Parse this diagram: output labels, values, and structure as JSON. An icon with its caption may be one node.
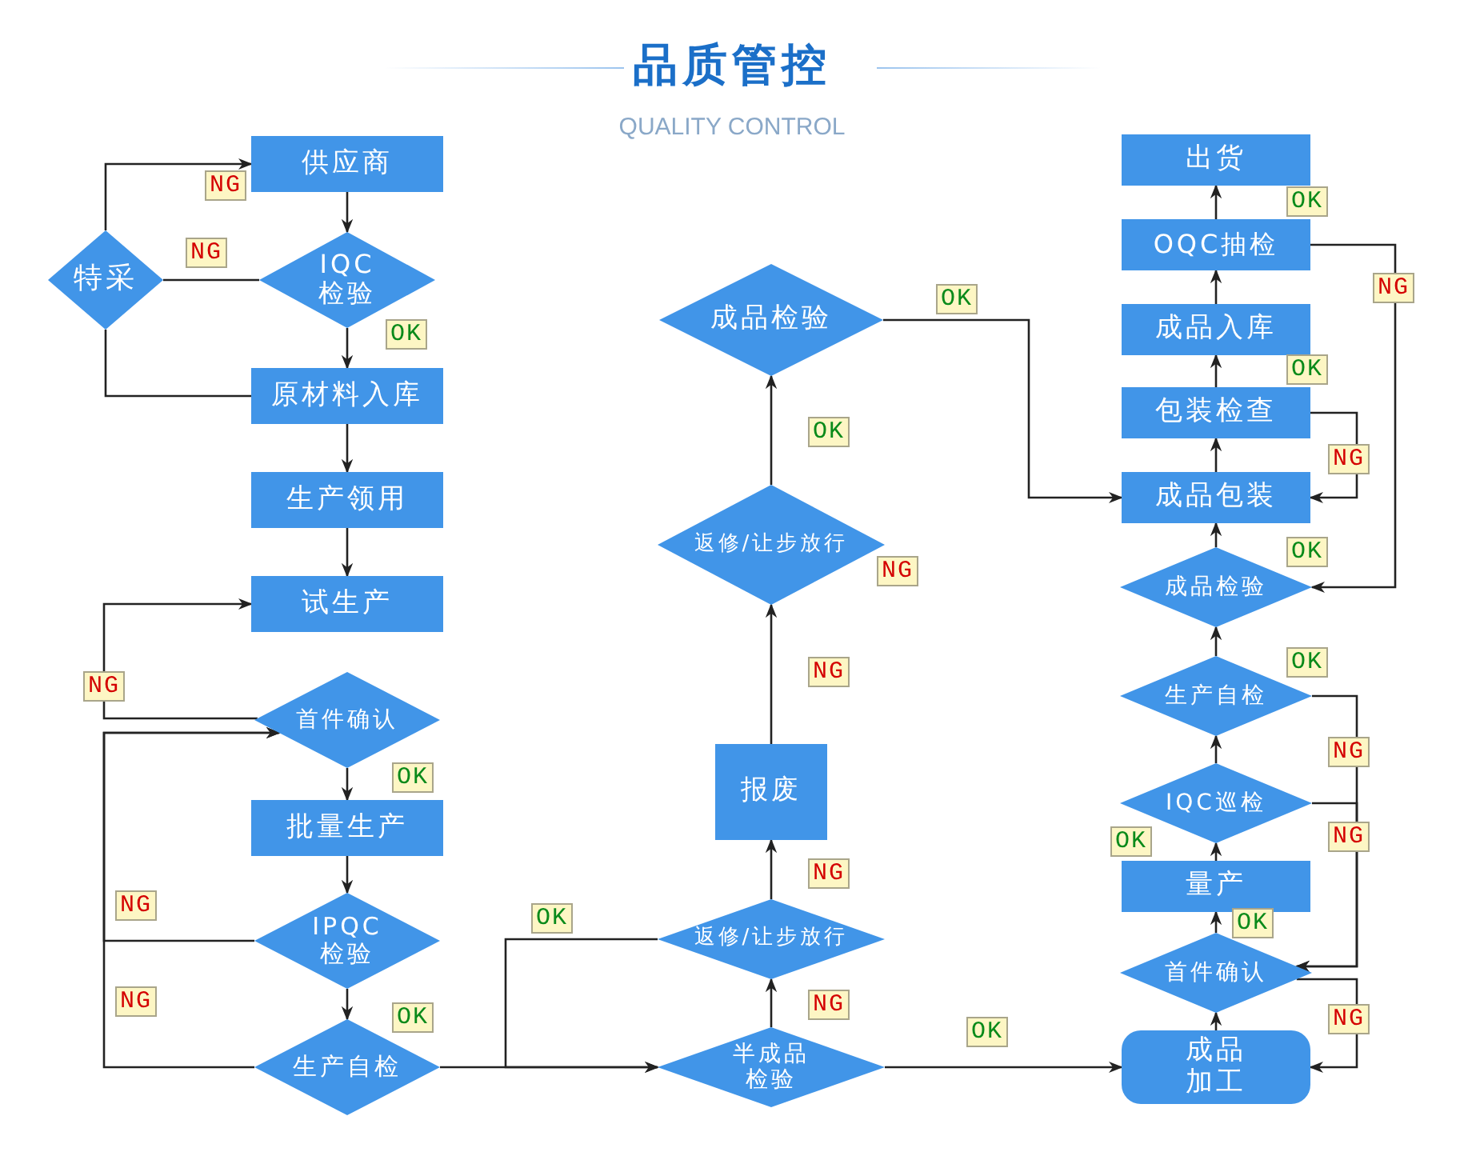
{
  "diagram": {
    "title": "品质管控",
    "caption": "QUALITY CONTROL",
    "nodes": [
      {
        "text": [
          "供应商"
        ]
      },
      {
        "text": [
          "IQC检验"
        ]
      },
      {
        "text": [
          "特采"
        ]
      },
      {
        "text": [
          "原材料入库"
        ]
      },
      {
        "text": [
          "生产领用"
        ]
      },
      {
        "text": [
          "试生产"
        ]
      },
      {
        "text": [
          "首件确认"
        ]
      },
      {
        "text": [
          "批量生产"
        ]
      },
      {
        "text": [
          "IPQC检验"
        ]
      },
      {
        "text": [
          "生产自检"
        ]
      },
      {
        "text": [
          "半成品检验"
        ]
      },
      {
        "text": [
          "返修/让步放行"
        ]
      },
      {
        "text": [
          "报废"
        ]
      },
      {
        "text": [
          "返修/让步放行"
        ]
      },
      {
        "text": [
          "成品检验"
        ]
      },
      {
        "text": [
          "出货"
        ]
      },
      {
        "text": [
          "OQC抽检"
        ]
      },
      {
        "text": [
          "成品入库"
        ]
      },
      {
        "text": [
          "包装检查"
        ]
      },
      {
        "text": [
          "成品包装"
        ]
      },
      {
        "text": [
          "成品检验"
        ]
      },
      {
        "text": [
          "生产自检"
        ]
      },
      {
        "text": [
          "IQC巡检"
        ]
      },
      {
        "text": [
          "量产"
        ]
      },
      {
        "text": [
          "首件确认"
        ]
      },
      {
        "text": [
          "成品加工"
        ]
      }
    ],
    "edges": [
      {
        "from": 0,
        "to": 1,
        "arrow": "to"
      },
      {
        "from": 1,
        "to": 2,
        "arrow": "none",
        "label": "NG"
      },
      {
        "from": 2,
        "to": 0,
        "arrow": "to",
        "label": "NG"
      },
      {
        "from": 1,
        "to": 3,
        "arrow": "to",
        "label": "OK"
      },
      {
        "from": 3,
        "to": 2,
        "arrow": "none"
      },
      {
        "from": 3,
        "to": 4,
        "arrow": "to"
      },
      {
        "from": 4,
        "to": 5,
        "arrow": "to"
      },
      {
        "from": 6,
        "to": 5,
        "arrow": "to",
        "label": "NG"
      },
      {
        "from": 6,
        "to": 7,
        "arrow": "to",
        "label": "OK"
      },
      {
        "from": 7,
        "to": 8,
        "arrow": "to"
      },
      {
        "from": 8,
        "to": 6,
        "arrow": "to",
        "label": "NG"
      },
      {
        "from": 8,
        "to": 9,
        "arrow": "to",
        "label": "OK"
      },
      {
        "from": 9,
        "to": 6,
        "arrow": "to",
        "label": "NG"
      },
      {
        "from": 9,
        "to": 10,
        "arrow": "to"
      },
      {
        "from": 11,
        "to": 10,
        "arrow": "to",
        "label": "OK"
      },
      {
        "from": 10,
        "to": 11,
        "arrow": "to",
        "label": "NG"
      },
      {
        "from": 11,
        "to": 12,
        "arrow": "to",
        "label": "NG"
      },
      {
        "from": 12,
        "to": 13,
        "arrow": "to",
        "label": "NG"
      },
      {
        "from": 13,
        "to": 14,
        "arrow": "to",
        "label": "OK"
      },
      {
        "from": 14,
        "to": 19,
        "arrow": "to",
        "label": "OK"
      },
      {
        "from": 10,
        "to": 25,
        "arrow": "to",
        "label": "OK"
      },
      {
        "from": 25,
        "to": 24,
        "arrow": "to"
      },
      {
        "from": 24,
        "to": 25,
        "arrow": "to",
        "label": "NG"
      },
      {
        "from": 24,
        "to": 23,
        "arrow": "to",
        "label": "OK"
      },
      {
        "from": 23,
        "to": 22,
        "arrow": "to",
        "label": "OK"
      },
      {
        "from": 22,
        "to": 24,
        "arrow": "to",
        "label": "NG"
      },
      {
        "from": 21,
        "to": 24,
        "arrow": "to",
        "label": "NG"
      },
      {
        "from": 22,
        "to": 21,
        "arrow": "to"
      },
      {
        "from": 21,
        "to": 20,
        "arrow": "to",
        "label": "OK"
      },
      {
        "from": 20,
        "to": 19,
        "arrow": "to",
        "label": "OK"
      },
      {
        "from": 19,
        "to": 18,
        "arrow": "to"
      },
      {
        "from": 18,
        "to": 19,
        "arrow": "to",
        "label": "NG"
      },
      {
        "from": 18,
        "to": 17,
        "arrow": "to",
        "label": "OK"
      },
      {
        "from": 17,
        "to": 16,
        "arrow": "to"
      },
      {
        "from": 16,
        "to": 20,
        "arrow": "to",
        "label": "NG"
      },
      {
        "from": 16,
        "to": 15,
        "arrow": "to",
        "label": "OK"
      }
    ],
    "labels": [
      "NG"
    ]
  }
}
